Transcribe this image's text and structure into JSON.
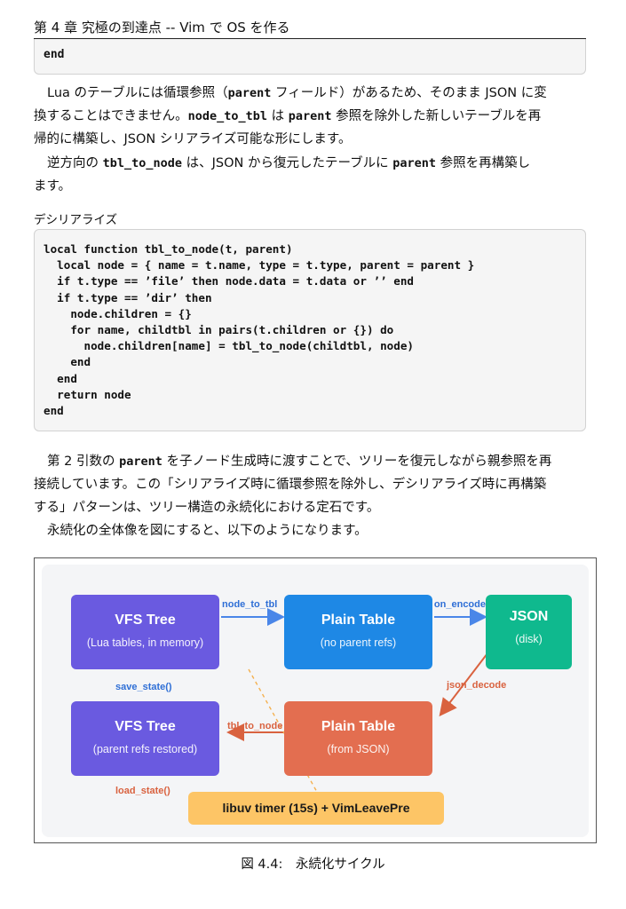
{
  "header": {
    "chapter": "第 4 章 究極の到達点 -- Vim で OS を作る"
  },
  "code_top": {
    "line": "end"
  },
  "paragraph1": {
    "l1_a": "Lua のテーブルには循環参照（",
    "l1_code": "parent",
    "l1_b": " フィールド）があるため、そのまま JSON に変",
    "l2_a": "換することはできません。",
    "l2_code1": "node_to_tbl",
    "l2_b": " は ",
    "l2_code2": "parent",
    "l2_c": " 参照を除外した新しいテーブルを再",
    "l3": "帰的に構築し、JSON シリアライズ可能な形にします。"
  },
  "paragraph2": {
    "l1_a": "逆方向の ",
    "l1_code1": "tbl_to_node",
    "l1_b": " は、JSON から復元したテーブルに ",
    "l1_code2": "parent",
    "l1_c": " 参照を再構築し",
    "l2": "ます。"
  },
  "code_label": "デシリアライズ",
  "code_block": "local function tbl_to_node(t, parent)\n  local node = { name = t.name, type = t.type, parent = parent }\n  if t.type == ’file’ then node.data = t.data or ’’ end\n  if t.type == ’dir’ then\n    node.children = {}\n    for name, childtbl in pairs(t.children or {}) do\n      node.children[name] = tbl_to_node(childtbl, node)\n    end\n  end\n  return node\nend",
  "paragraph3": {
    "l1_a": "第 2 引数の ",
    "l1_code": "parent",
    "l1_b": " を子ノード生成時に渡すことで、ツリーを復元しながら親参照を再",
    "l2": "接続しています。この「シリアライズ時に循環参照を除外し、デシリアライズ時に再構築",
    "l3": "する」パターンは、ツリー構造の永続化における定石です。"
  },
  "paragraph4": "永続化の全体像を図にすると、以下のようになります。",
  "figure": {
    "nodes": {
      "vfs_tree_mem": {
        "title": "VFS Tree",
        "sub": "(Lua tables, in memory)",
        "color": "#6a5ae0"
      },
      "plain_table_top": {
        "title": "Plain Table",
        "sub": "(no parent refs)",
        "color": "#1e88e5"
      },
      "json": {
        "title": "JSON",
        "sub": "(disk)",
        "color": "#0fb98e"
      },
      "vfs_tree_restored": {
        "title": "VFS Tree",
        "sub": "(parent refs restored)",
        "color": "#6a5ae0"
      },
      "plain_table_bottom": {
        "title": "Plain Table",
        "sub": "(from JSON)",
        "color": "#e36e50"
      },
      "timer": {
        "title": "libuv timer (15s) + VimLeavePre",
        "color": "#fdc566"
      }
    },
    "edges": {
      "node_to_tbl": "node_to_tbl",
      "json_encode": "json_encode",
      "json_decode": "json_decode",
      "tbl_to_node": "tbl_to_node",
      "save_state": "save_state()",
      "load_state": "load_state()"
    },
    "colors": {
      "save": "#2f6fd6",
      "load": "#d9623f",
      "dashed": "#f4b04e"
    }
  },
  "caption": "図 4.4:　永続化サイクル"
}
